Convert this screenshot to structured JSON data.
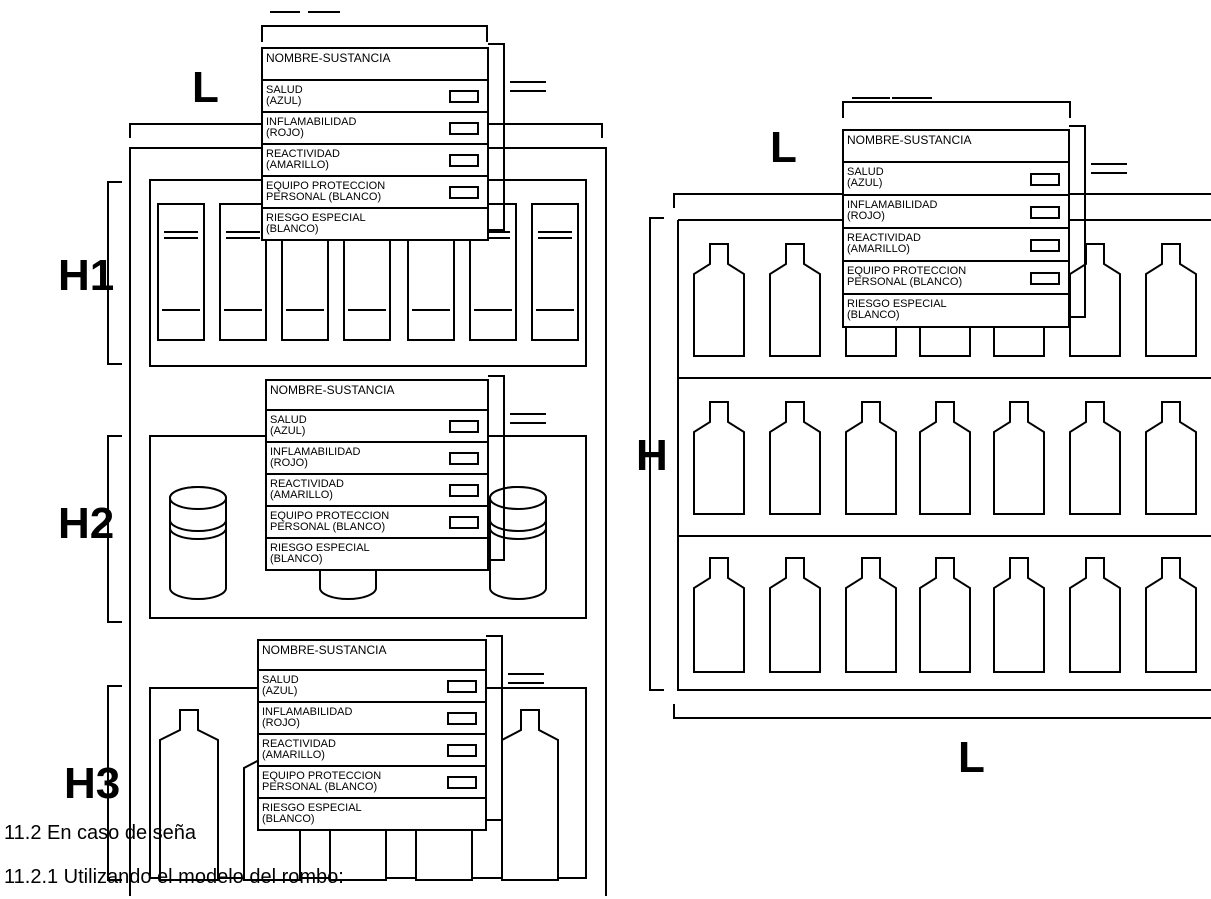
{
  "colors": {
    "ink": "#000000",
    "paper": "#ffffff"
  },
  "left_diagram": {
    "dimension_labels": {
      "width": "L",
      "h1": "H1",
      "h2": "H2",
      "h3": "H3"
    }
  },
  "right_diagram": {
    "dimension_labels": {
      "height": "H",
      "width_top": "L",
      "width_bottom": "L"
    }
  },
  "label": {
    "name_row": "NOMBRE-SUSTANCIA",
    "rows": [
      {
        "line1": "SALUD",
        "line2": "(AZUL)"
      },
      {
        "line1": "INFLAMABILIDAD",
        "line2": "(ROJO)"
      },
      {
        "line1": "REACTIVIDAD",
        "line2": "(AMARILLO)"
      },
      {
        "line1": "EQUIPO PROTECCION",
        "line2": "PERSONAL (BLANCO)"
      },
      {
        "line1": "RIESGO ESPECIAL",
        "line2": "(BLANCO)"
      }
    ]
  },
  "text": {
    "line1": "11.2  En caso de seña",
    "line2": "11.2.1 Utilizando el modelo del rombo:"
  }
}
